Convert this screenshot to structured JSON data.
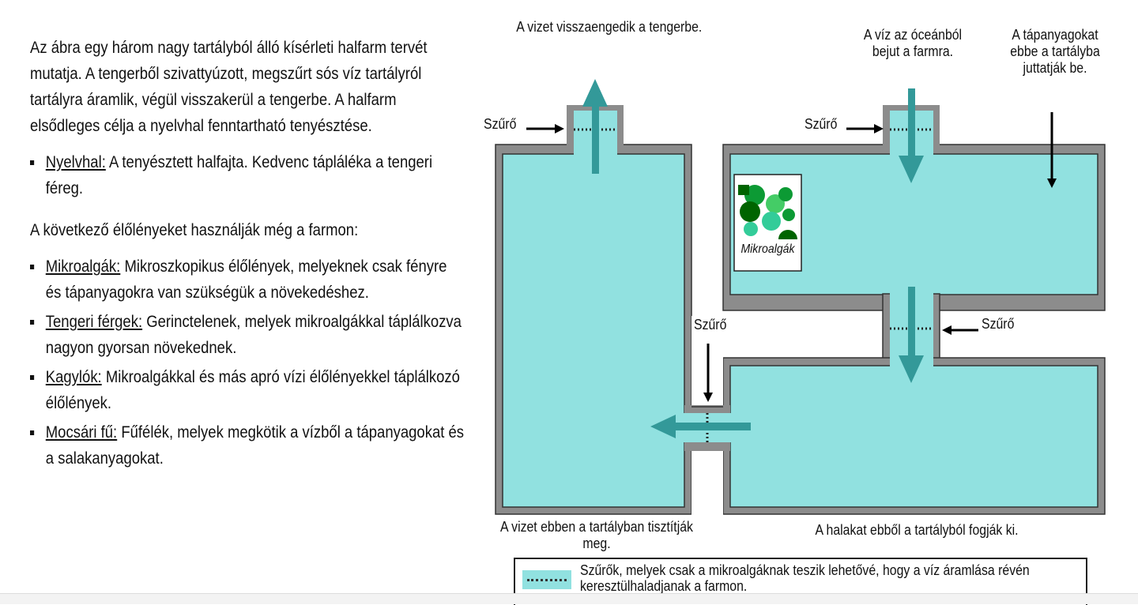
{
  "intro": "Az ábra egy három nagy tartályból álló kísérleti halfarm tervét mutatja. A tengerből szivattyúzott, megszűrt sós víz tartályról tartályra áramlik, végül visszakerül a tengerbe. A halfarm elsődleges célja a nyelvhal fenntartható tenyésztése.",
  "fish": {
    "term": "Nyelvhal:",
    "desc": " A tenyésztett halfajta. Kedvenc tápláléka a tengeri féreg."
  },
  "others_heading": "A következő élőlényeket használják még a farmon:",
  "organisms": [
    {
      "term": "Mikroalgák:",
      "desc": " Mikroszkopikus élőlények, melyeknek csak fényre és tápanyagokra van szükségük a növekedéshez."
    },
    {
      "term": "Tengeri férgek:",
      "desc": " Gerinctelenek, melyek mikroalgákkal táplálkozva nagyon gyorsan növekednek."
    },
    {
      "term": "Kagylók:",
      "desc": " Mikroalgákkal és más apró vízi élőlényekkel táplálkozó élőlények."
    },
    {
      "term": "Mocsári fű:",
      "desc": " Fűfélék, melyek megkötik a vízből a tápanyagokat és a salakanyagokat."
    }
  ],
  "diagram": {
    "label_return": "A vizet visszaengedik a tengerbe.",
    "label_inflow": "A víz az óceánból bejut a farmra.",
    "label_nutrients": "A tápanyagokat ebbe a tartályba juttatják be.",
    "filter": "Szűrő",
    "microalgae": "Mikroalgák",
    "label_clean": "A vizet ebben a tartályban tisztítják meg.",
    "label_fish": "A halakat ebből a tartályból fogják ki.",
    "legend": "Szűrők, melyek csak a mikroalgáknak teszik lehetővé, hogy a víz áramlása révén keresztülhaladjanak a farmon.",
    "colors": {
      "water": "#91e1e0",
      "wall": "#8c8c8c",
      "flow_arrow": "#339999"
    }
  }
}
